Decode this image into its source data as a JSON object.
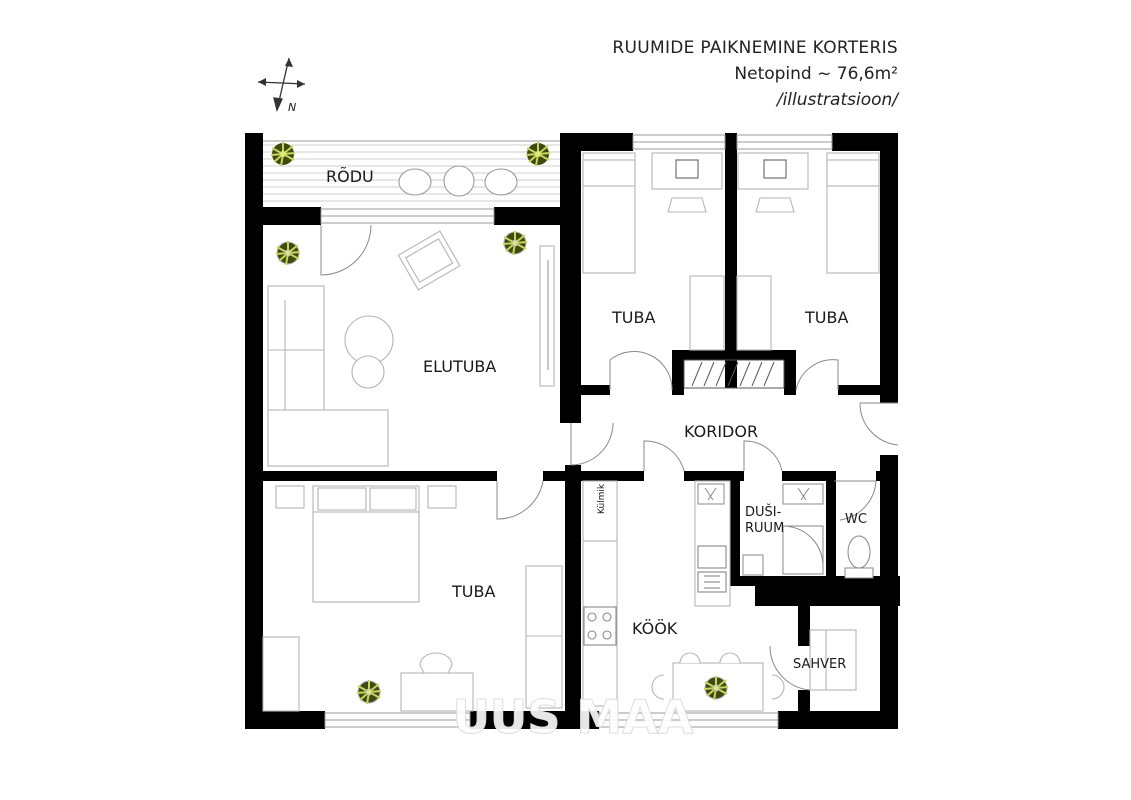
{
  "header": {
    "title": "RUUMIDE PAIKNEMINE KORTERIS",
    "area": "Netopind ~ 76,6m²",
    "note": "/illustratsioon/"
  },
  "compass": {
    "north_label": "N"
  },
  "rooms": {
    "balcony": "RÕDU",
    "living_room": "ELUTUBA",
    "bedroom_north_left": "TUBA",
    "bedroom_north_right": "TUBA",
    "corridor": "KORIDOR",
    "bedroom_south": "TUBA",
    "kitchen": "KÖÖK",
    "shower_line1": "DUŠI-",
    "shower_line2": "RUUM",
    "wc": "WC",
    "pantry": "SAHVER"
  },
  "fixtures": {
    "fridge": "Külmik"
  },
  "watermark": "UUS MAA",
  "colors": {
    "wall": "#000000",
    "furniture_stroke": "#b5b5b5",
    "plant": "#5a6b1f",
    "plant_light": "#c9d65a"
  }
}
